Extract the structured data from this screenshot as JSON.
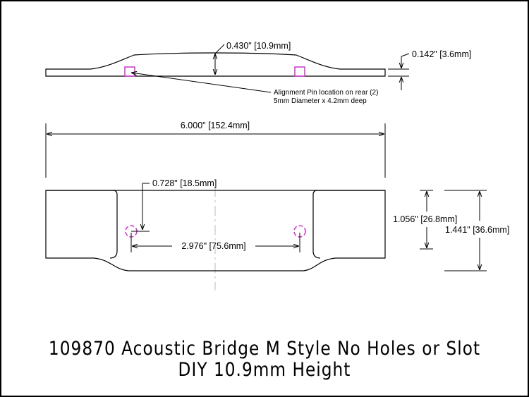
{
  "dimensions": {
    "top_height": "0.430\" [10.9mm]",
    "end_thickness": "0.142\" [3.6mm]",
    "overall_length": "6.000\" [152.4mm]",
    "pin_offset": "0.728\" [18.5mm]",
    "pin_spacing": "2.976\" [75.6mm]",
    "center_width": "1.056\" [26.8mm]",
    "overall_width": "1.441\" [36.6mm]"
  },
  "note": {
    "line1": "Alignment Pin location on rear (2)",
    "line2": "5mm Diameter x 4.2mm deep"
  },
  "title": {
    "line1": "109870 Acoustic Bridge M Style No Holes or Slot",
    "line2": "DIY 10.9mm Height"
  },
  "colors": {
    "line": "#000000",
    "pin_marker": "#cc33cc",
    "centerline": "#bbbbbb"
  }
}
